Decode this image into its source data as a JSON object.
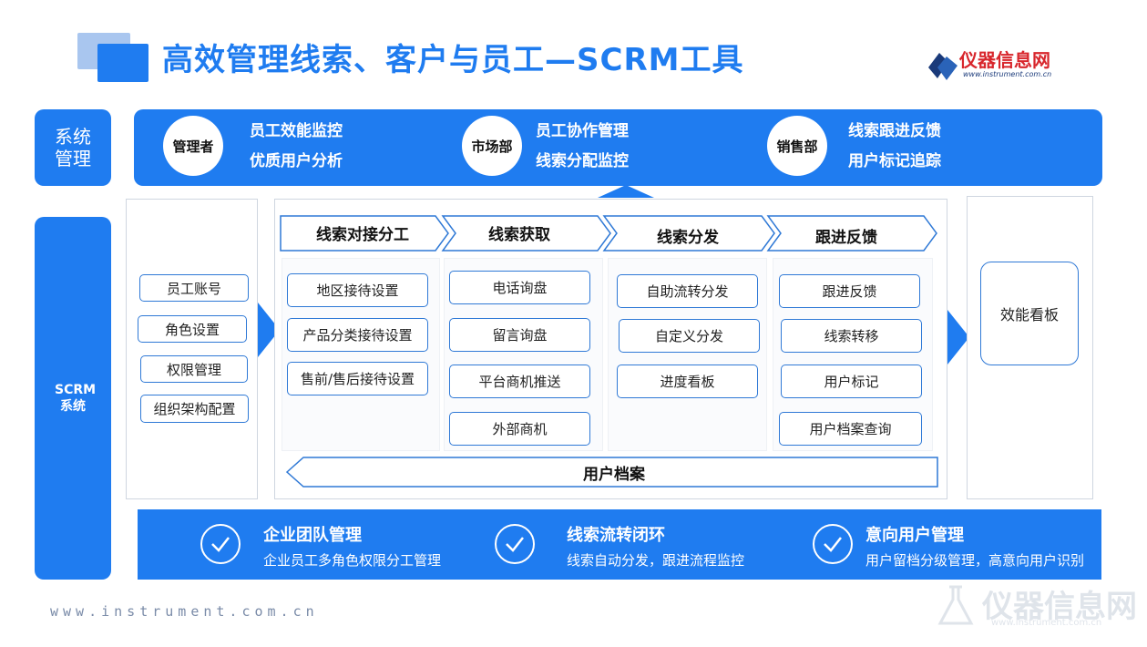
{
  "title": "高效管理线索、客户与员工—SCRM工具",
  "logo": {
    "name": "仪器信息网",
    "url": "www.instrument.com.cn"
  },
  "side_labels": {
    "system_mgmt": "系统管理",
    "scrm_system": "SCRM系统"
  },
  "roles": [
    {
      "name": "管理者",
      "lines": [
        "员工效能监控",
        "优质用户分析"
      ]
    },
    {
      "name": "市场部",
      "lines": [
        "员工协作管理",
        "线索分配监控"
      ]
    },
    {
      "name": "销售部",
      "lines": [
        "线索跟进反馈",
        "用户标记追踪"
      ]
    }
  ],
  "left_items": [
    "员工账号",
    "角色设置",
    "权限管理",
    "组织架构配置"
  ],
  "stages": [
    {
      "title": "线索对接分工",
      "items": [
        "地区接待设置",
        "产品分类接待设置",
        "售前/售后接待设置"
      ]
    },
    {
      "title": "线索获取",
      "items": [
        "电话询盘",
        "留言询盘",
        "平台商机推送",
        "外部商机"
      ]
    },
    {
      "title": "线索分发",
      "items": [
        "自助流转分发",
        "自定义分发",
        "进度看板"
      ]
    },
    {
      "title": "跟进反馈",
      "items": [
        "跟进反馈",
        "线索转移",
        "用户标记",
        "用户档案查询"
      ]
    }
  ],
  "bottom_arrow": "用户档案",
  "dashboard": "效能看板",
  "features": [
    {
      "title": "企业团队管理",
      "desc": "企业员工多角色权限分工管理"
    },
    {
      "title": "线索流转闭环",
      "desc": "线索自动分发，跟进流程监控"
    },
    {
      "title": "意向用户管理",
      "desc": "用户留档分级管理，高意向用户识别"
    }
  ],
  "footer_url": "www.instrument.com.cn",
  "watermark": {
    "name": "仪器信息网",
    "url": "www.instrument.com.cn"
  },
  "colors": {
    "primary": "#1f7cf0",
    "pill_border": "#2f79d6",
    "logo_red": "#d8262c"
  }
}
